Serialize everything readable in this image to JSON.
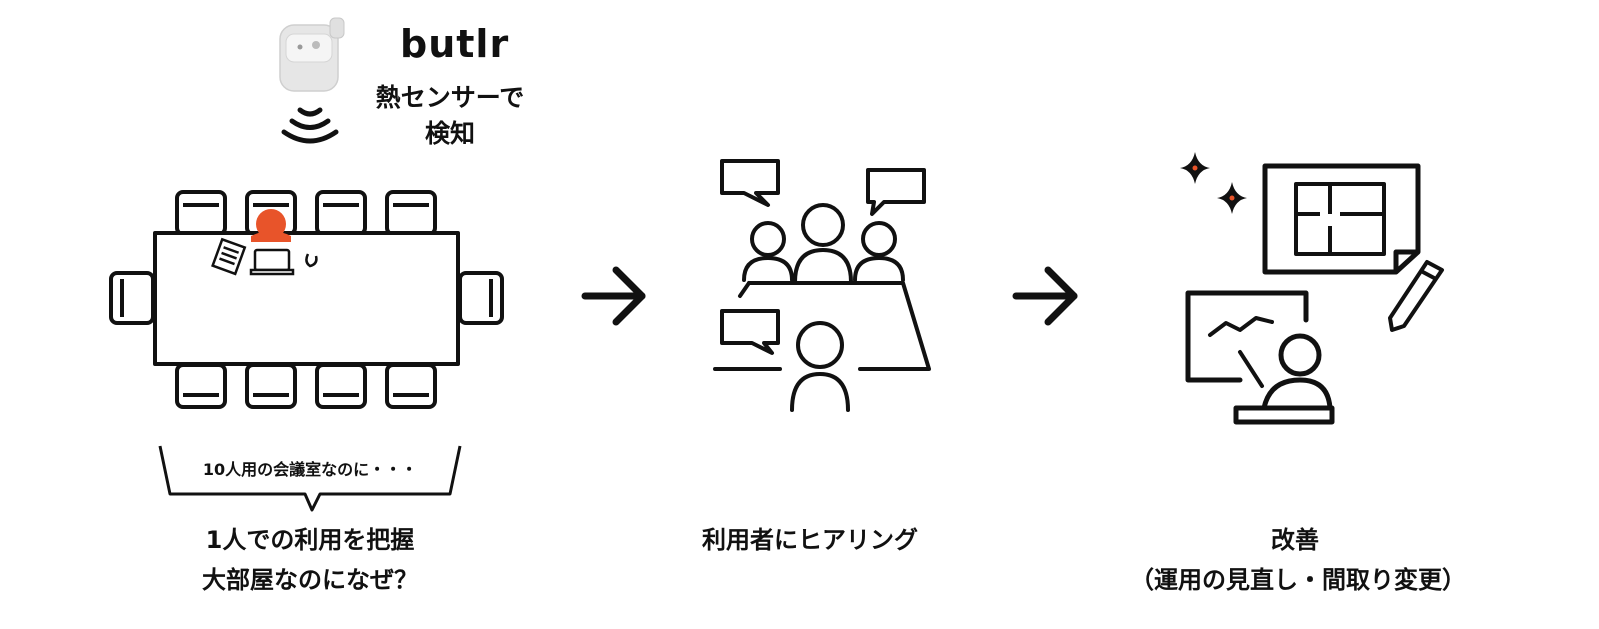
{
  "brand": {
    "name": "butlr"
  },
  "sensor": {
    "label": "熱センサーで\n検知"
  },
  "scene1": {
    "bubble": "10人用の会議室なのに・・・",
    "caption": "1人での利用を把握\n大部屋なのになぜ？"
  },
  "scene2": {
    "caption": "利用者にヒアリング"
  },
  "scene3": {
    "caption": "改善\n（運用の見直し・間取り変更）"
  },
  "colors": {
    "accent": "#e8542a",
    "ink": "#111111",
    "device": "#e6e6e6"
  }
}
